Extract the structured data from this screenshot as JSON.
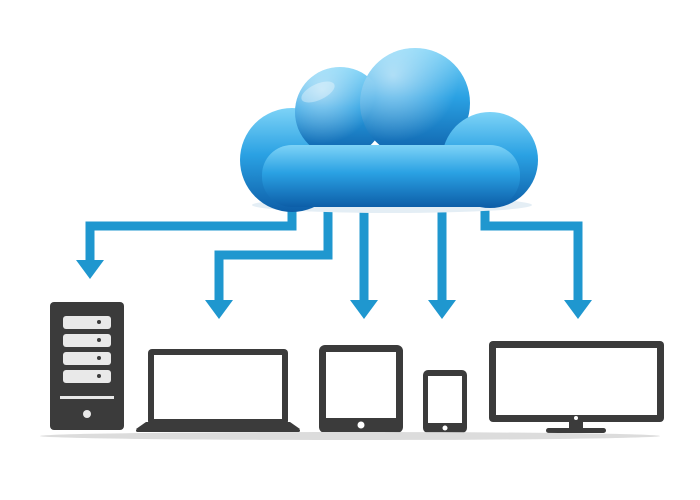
{
  "diagram": {
    "background": "#ffffff",
    "colors": {
      "cloud_light": "#7dd3f7",
      "cloud_mid": "#2aa1e3",
      "cloud_dark": "#0d5ea8",
      "arrow": "#1f97cf",
      "arrow_edge": "#136e9e",
      "device_body": "#3b3b3b",
      "device_screen": "#ffffff",
      "server_slot": "#e9e9e9",
      "shadow": "#dcdcdc"
    },
    "hub": {
      "icon": "cloud-icon"
    },
    "connections": [
      {
        "from": "cloud",
        "to": "server",
        "icon": "arrow-down-icon"
      },
      {
        "from": "cloud",
        "to": "laptop",
        "icon": "arrow-down-icon"
      },
      {
        "from": "cloud",
        "to": "tablet",
        "icon": "arrow-down-icon"
      },
      {
        "from": "cloud",
        "to": "smartphone",
        "icon": "arrow-down-icon"
      },
      {
        "from": "cloud",
        "to": "monitor",
        "icon": "arrow-down-icon"
      }
    ],
    "devices": [
      {
        "id": "server",
        "icon": "server-tower-icon"
      },
      {
        "id": "laptop",
        "icon": "laptop-icon"
      },
      {
        "id": "tablet",
        "icon": "tablet-icon"
      },
      {
        "id": "smartphone",
        "icon": "smartphone-icon"
      },
      {
        "id": "monitor",
        "icon": "monitor-icon"
      }
    ]
  }
}
